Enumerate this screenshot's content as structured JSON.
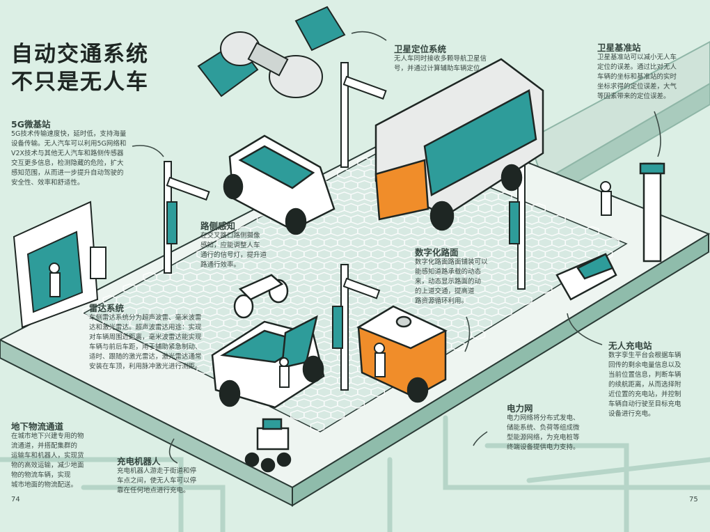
{
  "title_lines": [
    "自动交通系统",
    "不只是无人车"
  ],
  "sections": {
    "g5": {
      "heading": "5G微基站",
      "lines": [
        "5G技术传输速度快，延时低，支持海量",
        "设备传输。无人汽车可以利用5G网络和",
        "V2X技术与其他无人汽车和路侧传感器",
        "交互更多信息，检测隐藏的危险，扩大",
        "感知范围，从而进一步提升自动驾驶的",
        "安全性、效率和舒适性。"
      ]
    },
    "satellite": {
      "heading": "卫星定位系统",
      "lines": [
        "无人车同时接收多颗导航卫星信",
        "号，并通过计算辅助车辆定位。"
      ]
    },
    "base": {
      "heading": "卫星基准站",
      "lines": [
        "卫星基准站可以减小无人车",
        "定位的误差。通过比对无人",
        "车辆的坐标和基准站的实时",
        "坐标求得的定位误差，大气",
        "等因素带来的定位误差。"
      ]
    },
    "roadside": {
      "heading": "路侧感知",
      "lines": [
        "在交叉路口路侧摄像",
        "感知，应能调整人车",
        "通行的信号灯，提升道",
        "路通行效率。"
      ]
    },
    "digital_road": {
      "heading": "数字化路面",
      "lines": [
        "数字化路面路面铺装可以",
        "能感知道路承载的动态",
        "来，动态显示路面的动",
        "的上道交通，提高道",
        "路资源循环利用。"
      ]
    },
    "radar": {
      "heading": "雷达系统",
      "lines": [
        "车侧雷达系统分为超声波雷、毫米波雷",
        "达和激光雷达。超声波雷达用途：实现",
        "对车辆周围近距离，毫米波雷达能实现",
        "车辆与前后车距，用于辅助紧急制动、",
        "适时、跟随的激光雷达，激光雷达通常",
        "安装在车顶，利用脉冲激光进行测距。"
      ]
    },
    "charging": {
      "heading": "无人充电站",
      "lines": [
        "数字孪生平台会根据车辆",
        "回传的剩余电量信息以及",
        "当前位置信息，判断车辆",
        "的续航距离，从而选择附",
        "近位置的充电站，并控制",
        "车辆自动行驶至目标充电",
        "设备进行充电。"
      ]
    },
    "grid": {
      "heading": "电力网",
      "lines": [
        "电力网络将分布式发电、",
        "储能系统、负荷等组成微",
        "型能源网络，为充电桩等",
        "终端设备提供电力支持。"
      ]
    },
    "underground": {
      "heading": "地下物流通道",
      "lines": [
        "在城市地下兴建专用的物",
        "流通道，并搭配集群的",
        "运输车和机器人，实现货",
        "物的高效运输，减少地面",
        "物的物流车辆，实现",
        "城市地面的物流配送。"
      ]
    },
    "robot": {
      "heading": "充电机器人",
      "lines": [
        "充电机器人游走于街道和停",
        "车点之间，使无人车可以停",
        "靠在任何地点进行充电。"
      ]
    }
  },
  "page_numbers": {
    "left": "74",
    "right": "75"
  },
  "colors": {
    "background": "#dcefe5",
    "teal": "#2e9c9a",
    "platform": "#e9f3ef",
    "platform_side": "#9ec4b6",
    "orange": "#f08d2a",
    "outline": "#1e2623",
    "pipe": "#b8d6ca"
  }
}
